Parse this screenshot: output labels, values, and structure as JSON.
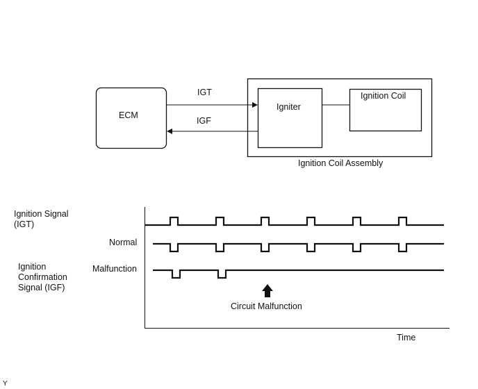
{
  "block_diagram": {
    "ecm_label": "ECM",
    "igt_label": "IGT",
    "igf_label": "IGF",
    "igniter_label": "Igniter",
    "ignition_coil_label": "Ignition Coil",
    "assembly_label": "Ignition Coil Assembly"
  },
  "timing_diagram": {
    "igt_signal_label": "Ignition Signal (IGT)",
    "igf_signal_label": "Ignition Confirmation Signal (IGF)",
    "normal_label": "Normal",
    "malfunction_label": "Malfunction",
    "circuit_malfunction_label": "Circuit Malfunction",
    "time_axis_label": "Time",
    "igt_pulse_count": 6,
    "igf_normal_pulse_count": 6,
    "igf_malfunction_pulse_count": 2
  },
  "corner_mark": "Y"
}
